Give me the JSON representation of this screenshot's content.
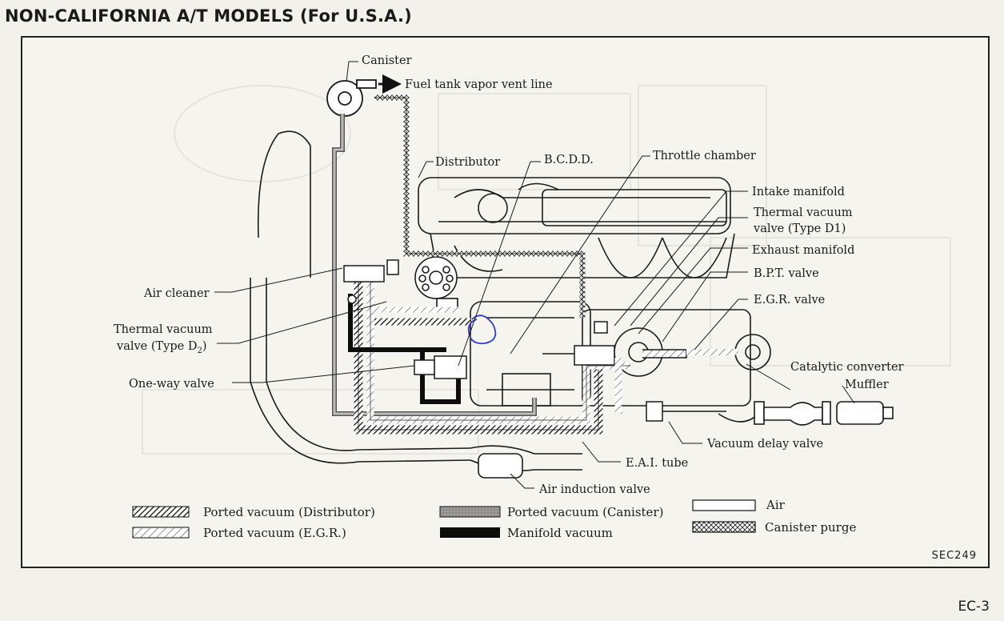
{
  "header": {
    "title": "NON-CALIFORNIA A/T MODELS (For U.S.A.)"
  },
  "labels": {
    "canister": "Canister",
    "fuel_tank_vapor_vent_line": "Fuel tank vapor vent line",
    "distributor": "Distributor",
    "bcdd": "B.C.D.D.",
    "throttle_chamber": "Throttle chamber",
    "intake_manifold": "Intake manifold",
    "thermal_vacuum_valve_d1_line1": "Thermal vacuum",
    "thermal_vacuum_valve_d1_line2": "valve (Type D1)",
    "exhaust_manifold": "Exhaust manifold",
    "bpt_valve": "B.P.T. valve",
    "egr_valve": "E.G.R. valve",
    "catalytic_converter": "Catalytic converter",
    "muffler": "Muffler",
    "vacuum_delay_valve": "Vacuum delay valve",
    "eai_tube": "E.A.I. tube",
    "air_induction_valve": "Air induction valve",
    "air_cleaner": "Air cleaner",
    "thermal_vacuum_valve_d2_line1": "Thermal vacuum",
    "thermal_vacuum_valve_d2_line2": "valve (Type D",
    "thermal_vacuum_valve_d2_sub": "2",
    "thermal_vacuum_valve_d2_close": ")",
    "one_way_valve": "One-way valve"
  },
  "legend": {
    "ported_vacuum_distributor": "Ported vacuum (Distributor)",
    "ported_vacuum_egr": "Ported vacuum (E.G.R.)",
    "ported_vacuum_canister": "Ported vacuum (Canister)",
    "manifold_vacuum": "Manifold vacuum",
    "air": "Air",
    "canister_purge": "Canister purge"
  },
  "figure_code": "SEC249",
  "page_number": "EC-3",
  "colors": {
    "ink": "#1a1a1a",
    "paper": "#f6f4ef",
    "annotation": "#2b3fd0"
  }
}
